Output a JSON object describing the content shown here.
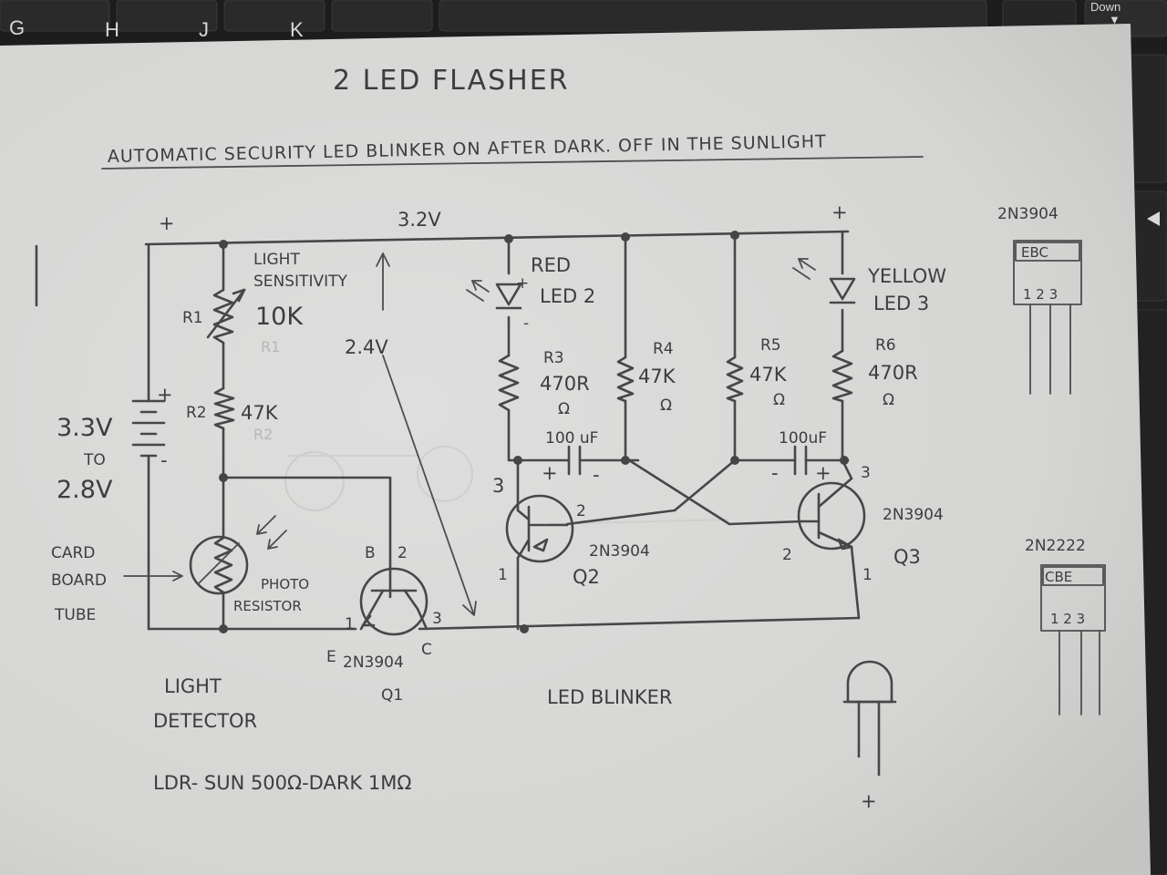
{
  "keyboard": {
    "keys": [
      "G",
      "H",
      "J",
      "K"
    ],
    "down_key": "Down",
    "down_arrow": "▼"
  },
  "diagram": {
    "title": "2 LED FLASHER",
    "subtitle": "AUTOMATIC SECURITY LED BLINKER ON AFTER DARK. OFF IN THE SUNLIGHT",
    "plus_left": "+",
    "plus_right": "+",
    "rail_voltage": "3.2V",
    "battery": {
      "voltage": "3.3V",
      "to": "TO",
      "low": "2.8V",
      "plus": "+",
      "minus": "-"
    },
    "r1": {
      "name": "R1",
      "value": "10K",
      "label_line1": "LIGHT",
      "label_line2": "SENSITIVITY"
    },
    "r2": {
      "name": "R2",
      "value": "47K"
    },
    "base_voltage": "2.4V",
    "cardboard": {
      "line1": "CARD",
      "line2": "BOARD",
      "line3": "TUBE"
    },
    "photoresistor": {
      "line1": "PHOTO",
      "line2": "RESISTOR"
    },
    "q1": {
      "name": "Q1",
      "part": "2N3904",
      "b": "B",
      "e": "E",
      "c": "C",
      "pin1": "1",
      "pin2": "2",
      "pin3": "3"
    },
    "light_detector": {
      "line1": "LIGHT",
      "line2": "DETECTOR"
    },
    "red_led": {
      "line1": "RED",
      "line2": "LED 2",
      "plus": "+",
      "minus": "-"
    },
    "yellow_led": {
      "line1": "YELLOW",
      "line2": "LED 3"
    },
    "r3": {
      "name": "R3",
      "value": "470R",
      "unit": "Ω"
    },
    "r4": {
      "name": "R4",
      "value": "47K",
      "unit": "Ω"
    },
    "r5": {
      "name": "R5",
      "value": "47K",
      "unit": "Ω"
    },
    "r6": {
      "name": "R6",
      "value": "470R",
      "unit": "Ω"
    },
    "c1": {
      "value": "100 uF",
      "plus": "+",
      "minus": "-"
    },
    "c2": {
      "value": "100uF",
      "plus": "+",
      "minus": "-"
    },
    "q2": {
      "name": "Q2",
      "part": "2N3904",
      "pin1": "1",
      "pin2": "2",
      "pin3": "3"
    },
    "q3": {
      "name": "Q3",
      "part": "2N3904",
      "pin1": "1",
      "pin2": "2",
      "pin3": "3"
    },
    "led_blinker": "LED BLINKER",
    "ldr_note": "LDR- SUN 500Ω-DARK 1MΩ",
    "pinout_2n3904": {
      "part": "2N3904",
      "pins": "EBC",
      "numbers": "1 2 3"
    },
    "pinout_2n2222": {
      "part": "2N2222",
      "pins": "CBE",
      "numbers": "1 2 3"
    },
    "led_pinout_plus": "+"
  },
  "colors": {
    "paper": "#d9d9d6",
    "ink": "#3d3d40",
    "keyboard": "#242424"
  }
}
